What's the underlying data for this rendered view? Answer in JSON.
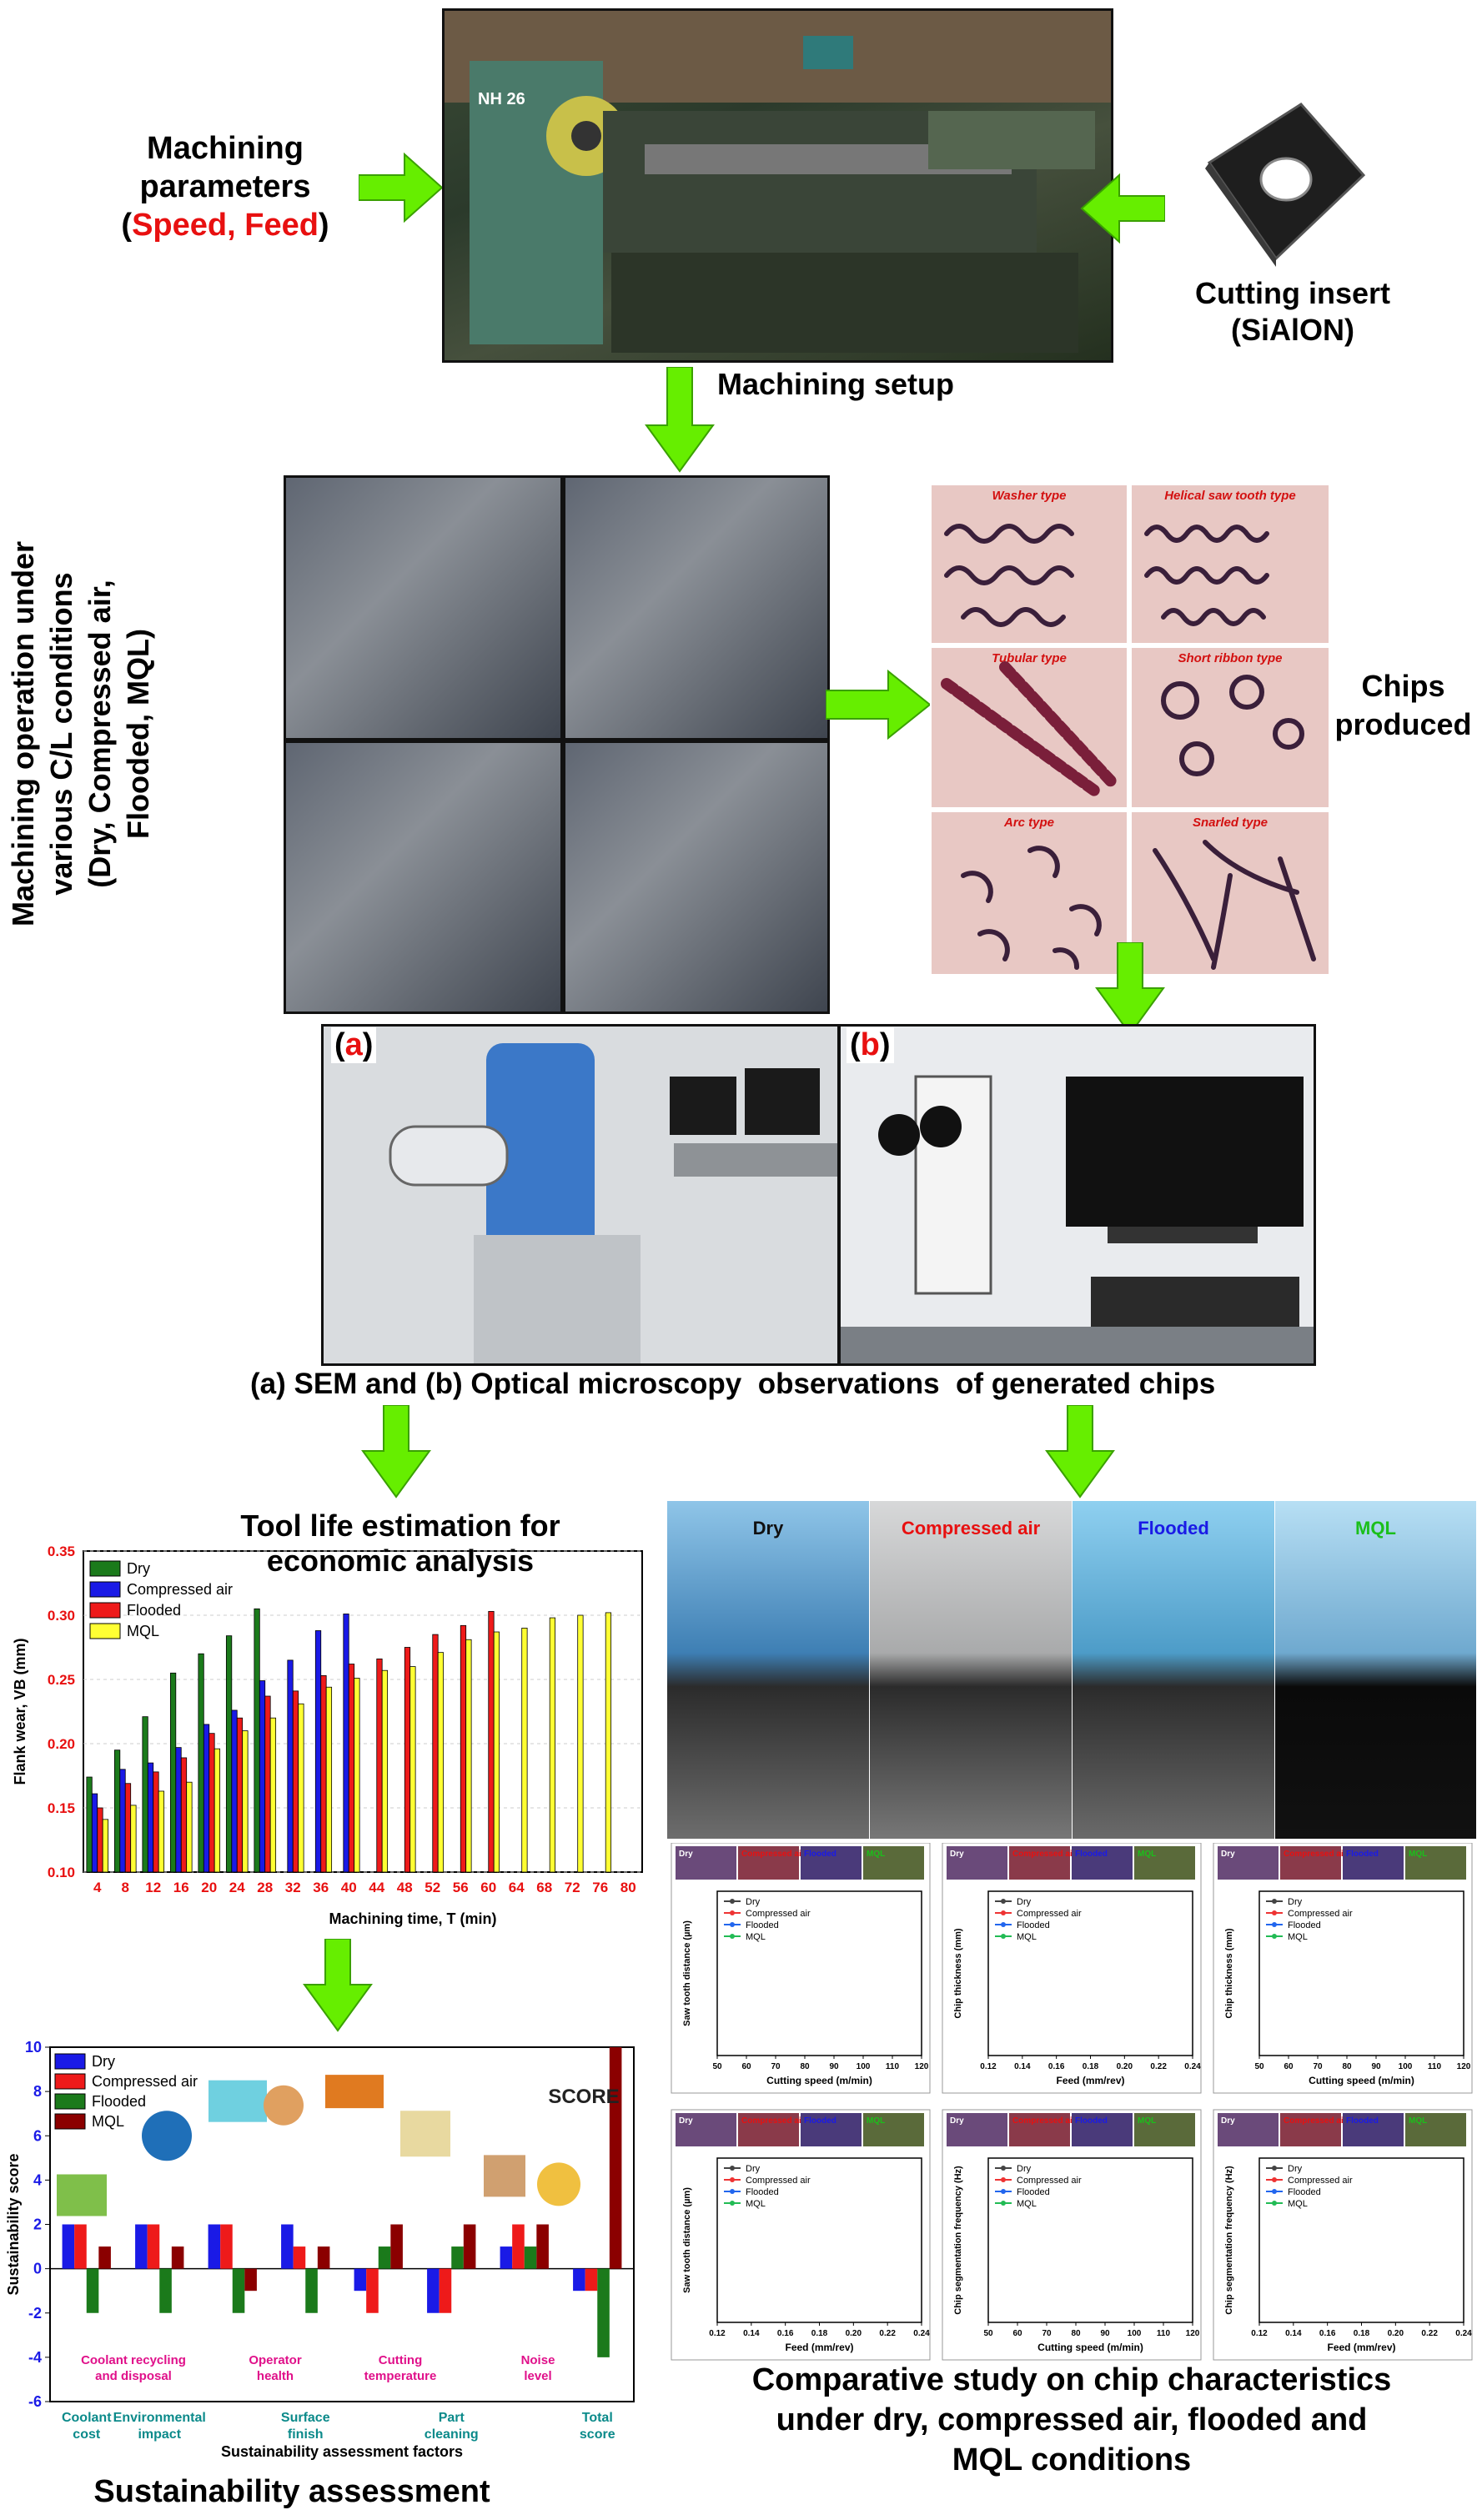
{
  "top": {
    "params_label_line1": "Machining",
    "params_label_line2": "parameters",
    "params_open": "(",
    "params_red": "Speed, Feed",
    "params_close": ")",
    "lathe_plate": "NH 26",
    "insert_label_line1": "Cutting insert",
    "insert_label_line2": "(SiAlON)",
    "setup_label": "Machining setup"
  },
  "operation": {
    "label_line1": "Machining operation under",
    "label_line2": "various C/L conditions",
    "label_line3": "(Dry, Compressed air,",
    "label_line4": "Flooded, MQL)"
  },
  "chips": {
    "types": [
      "Washer type",
      "Helical saw tooth type",
      "Tubular type",
      "Short ribbon type",
      "Arc type",
      "Snarled type"
    ],
    "produced_line1": "Chips",
    "produced_line2": "produced"
  },
  "microscopy": {
    "tag_a": "a",
    "tag_b": "b",
    "caption": "(a) SEM and (b) Optical microscopy  observations  of generated chips"
  },
  "colors": {
    "arrow": "#66ee00",
    "red_text": "#e81010",
    "dry": "#1b7a1b",
    "compressed": "#1a1ae6",
    "flooded": "#ee1a1a",
    "mql": "#ffff33"
  },
  "chart_data": [
    {
      "type": "bar",
      "title": "Tool life estimation for economic analysis",
      "xlabel": "Machining time, T (min)",
      "ylabel": "Flank wear, VB (mm)",
      "ylim": [
        0.1,
        0.35
      ],
      "yticks": [
        "0.10",
        "0.15",
        "0.20",
        "0.25",
        "0.30",
        "0.35"
      ],
      "categories": [
        "4",
        "8",
        "12",
        "16",
        "20",
        "24",
        "28",
        "32",
        "36",
        "40",
        "44",
        "48",
        "52",
        "56",
        "60",
        "64",
        "68",
        "72",
        "76",
        "80"
      ],
      "legend_placement": "top-left",
      "series": [
        {
          "name": "Dry",
          "color": "#1b7a1b",
          "values": [
            0.174,
            0.195,
            0.221,
            0.255,
            0.27,
            0.284,
            0.305,
            null,
            null,
            null,
            null,
            null,
            null,
            null,
            null,
            null,
            null,
            null,
            null,
            null
          ]
        },
        {
          "name": "Compressed air",
          "color": "#1a1ae6",
          "values": [
            0.161,
            0.18,
            0.185,
            0.197,
            0.215,
            0.226,
            0.249,
            0.265,
            0.288,
            0.301,
            null,
            null,
            null,
            null,
            null,
            null,
            null,
            null,
            null,
            null
          ]
        },
        {
          "name": "Flooded",
          "color": "#ee1a1a",
          "values": [
            0.15,
            0.169,
            0.178,
            0.189,
            0.208,
            0.22,
            0.237,
            0.241,
            0.253,
            0.262,
            0.266,
            0.275,
            0.285,
            0.292,
            0.303,
            null,
            null,
            null,
            null,
            null
          ]
        },
        {
          "name": "MQL",
          "color": "#ffff33",
          "values": [
            0.141,
            0.152,
            0.163,
            0.17,
            0.196,
            0.21,
            0.22,
            0.231,
            0.244,
            0.251,
            0.257,
            0.26,
            0.271,
            0.281,
            0.287,
            0.29,
            0.298,
            0.3,
            0.302,
            null
          ]
        }
      ]
    },
    {
      "type": "bar",
      "title": "Sustainability assessment",
      "xlabel": "Sustainability assessment factors",
      "ylabel": "Sustainability score",
      "ylim": [
        -6,
        10
      ],
      "yticks": [
        "-6",
        "-4",
        "-2",
        "0",
        "2",
        "4",
        "6",
        "8",
        "10"
      ],
      "categories": [
        "Coolant cost",
        "Environmental impact",
        "Operator health",
        "Surface finish",
        "Cutting temperature",
        "Part cleaning",
        "Noise level",
        "Total score"
      ],
      "upper_factor_labels": [
        "Coolant recycling and disposal",
        "Operator health",
        "Cutting temperature",
        "Noise level"
      ],
      "score_icon_text": "SCORE",
      "legend_placement": "top-left",
      "series": [
        {
          "name": "Dry",
          "color": "#1a1ae6",
          "values": [
            2,
            2,
            2,
            2,
            -1,
            -2,
            1,
            -1
          ]
        },
        {
          "name": "Compressed air",
          "color": "#ee1a1a",
          "values": [
            2,
            2,
            2,
            1,
            -2,
            -2,
            2,
            -1
          ]
        },
        {
          "name": "Flooded",
          "color": "#1b7a1b",
          "values": [
            -2,
            -2,
            -2,
            -2,
            1,
            1,
            1,
            -4
          ]
        },
        {
          "name": "MQL",
          "color": "#8b0000",
          "values": [
            1,
            1,
            -1,
            1,
            2,
            2,
            2,
            10
          ]
        }
      ]
    }
  ],
  "comparative": {
    "conditions": [
      "Dry",
      "Compressed air",
      "Flooded",
      "MQL"
    ],
    "condition_colors": [
      "#111111",
      "#e81010",
      "#1a1ae6",
      "#1bbf1b"
    ],
    "legend": [
      "Dry",
      "Compressed air",
      "Flooded",
      "MQL"
    ],
    "small_charts": [
      {
        "ylabel": "Saw tooth distance (µm)",
        "xlabel": "Cutting speed (m/min)",
        "xticks": [
          "50",
          "60",
          "70",
          "80",
          "90",
          "100",
          "110",
          "120"
        ]
      },
      {
        "ylabel": "Chip thickness (mm)",
        "xlabel": "Feed (mm/rev)",
        "xticks": [
          "0.12",
          "0.14",
          "0.16",
          "0.18",
          "0.20",
          "0.22",
          "0.24"
        ]
      },
      {
        "ylabel": "Chip thickness (mm)",
        "xlabel": "Cutting speed (m/min)",
        "xticks": [
          "50",
          "60",
          "70",
          "80",
          "90",
          "100",
          "110",
          "120"
        ]
      },
      {
        "ylabel": "Saw tooth distance (µm)",
        "xlabel": "Feed (mm/rev)",
        "xticks": [
          "0.12",
          "0.14",
          "0.16",
          "0.18",
          "0.20",
          "0.22",
          "0.24"
        ]
      },
      {
        "ylabel": "Chip segmentation frequency (Hz)",
        "xlabel": "Cutting speed (m/min)",
        "xticks": [
          "50",
          "60",
          "70",
          "80",
          "90",
          "100",
          "110",
          "120"
        ]
      },
      {
        "ylabel": "Chip segmentation frequency (Hz)",
        "xlabel": "Feed (mm/rev)",
        "xticks": [
          "0.12",
          "0.14",
          "0.16",
          "0.18",
          "0.20",
          "0.22",
          "0.24"
        ]
      }
    ],
    "caption_line1": "Comparative study on chip characteristics",
    "caption_line2": "under dry, compressed air, flooded and",
    "caption_line3": "MQL conditions"
  }
}
